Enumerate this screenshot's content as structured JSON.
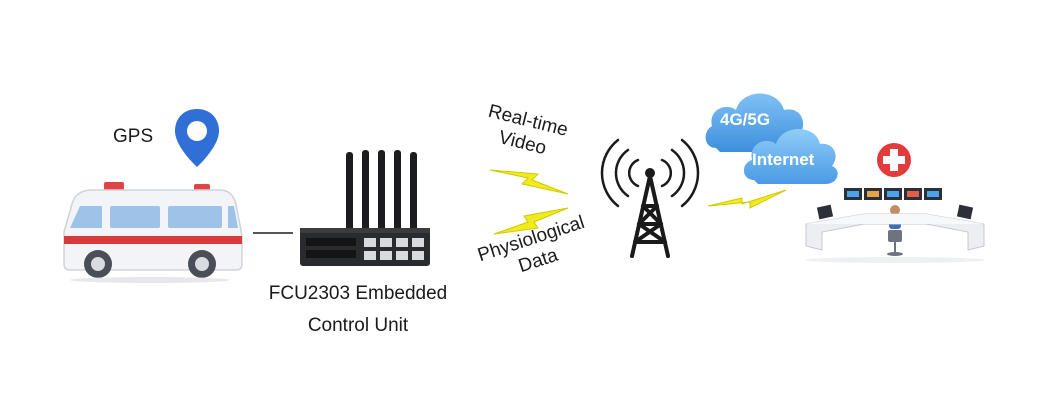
{
  "gps": {
    "label": "GPS",
    "icon": "map-pin-icon",
    "color": "#2f6fd6"
  },
  "ambulance": {
    "icon": "ambulance-icon",
    "stripe_color": "#d93a3a"
  },
  "device": {
    "icon": "router-icon",
    "caption_line1": "FCU2303 Embedded",
    "caption_line2": "Control Unit"
  },
  "signals": {
    "video_line1": "Real-time",
    "video_line2": "Video",
    "physio_line1": "Physiological",
    "physio_line2": "Data",
    "bolt_color": "#f1ea1c"
  },
  "tower": {
    "icon": "cell-tower-icon"
  },
  "cloud": {
    "top_label": "4G/5G",
    "bottom_label": "Internet",
    "color": "#5aa8ec"
  },
  "center": {
    "icon": "medical-control-center-icon",
    "cross_color": "#e23b3b"
  }
}
